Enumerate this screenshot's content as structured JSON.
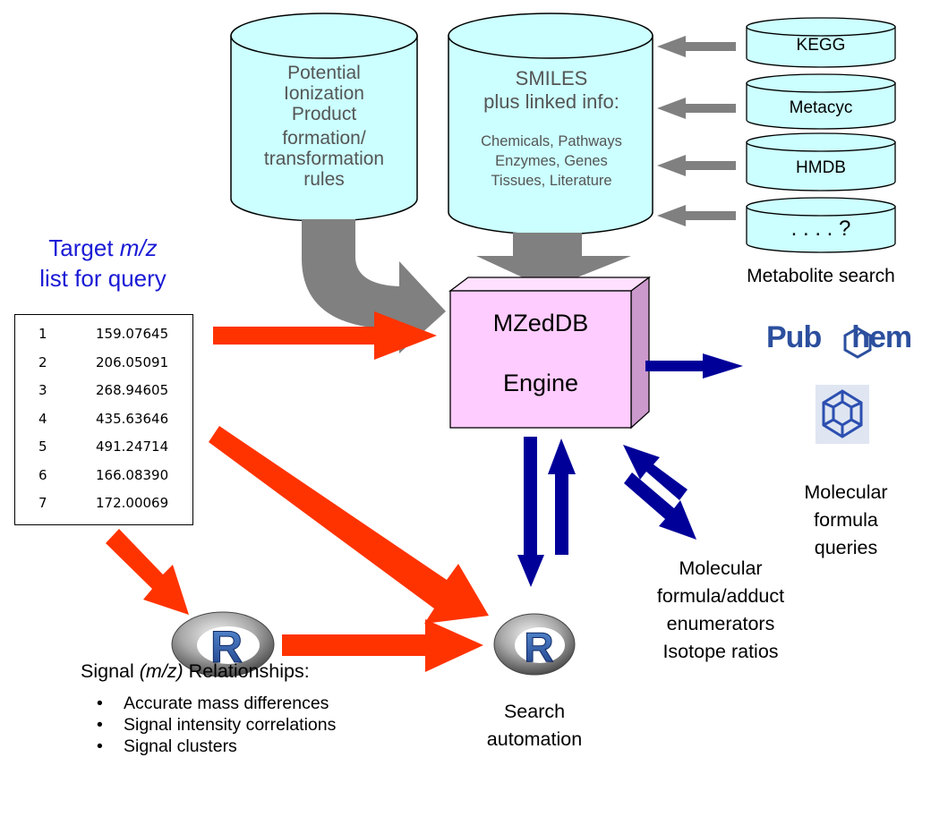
{
  "rules_db": {
    "lines": [
      "Potential",
      "Ionization",
      "Product",
      "formation/",
      "transformation",
      "rules"
    ]
  },
  "smiles_db": {
    "lines": [
      "SMILES",
      "plus linked info:"
    ],
    "linked_lines": [
      "Chemicals, Pathways",
      "Enzymes, Genes",
      "Tissues, Literature"
    ]
  },
  "sources": [
    "KEGG",
    "Metacyc",
    "HMDB",
    ". . . . ?"
  ],
  "metabolite_search_label": "Metabolite search",
  "target_list": {
    "line1_prefix": "Target ",
    "line1_em": "m/z",
    "line2": "list for query",
    "color": "#1a1ad6"
  },
  "mz_rows": [
    {
      "idx": "1",
      "mz": "159.07645"
    },
    {
      "idx": "2",
      "mz": "206.05091"
    },
    {
      "idx": "3",
      "mz": "268.94605"
    },
    {
      "idx": "4",
      "mz": "435.63646"
    },
    {
      "idx": "5",
      "mz": "491.24714"
    },
    {
      "idx": "6",
      "mz": "166.08390"
    },
    {
      "idx": "7",
      "mz": "172.00069"
    }
  ],
  "engine": {
    "line1": "MZedDB",
    "line2": "Engine",
    "fill": "#ffccff"
  },
  "pubchem": {
    "pub": "Pub",
    "hem": "hem",
    "color": "#2c4f9e"
  },
  "pubchem_queries": {
    "lines": [
      "Molecular",
      "formula",
      "queries"
    ]
  },
  "enumerators": {
    "lines": [
      "Molecular",
      "formula/adduct",
      "enumerators",
      "Isotope ratios"
    ]
  },
  "search_automation": {
    "lines": [
      "Search",
      "automation"
    ]
  },
  "signal": {
    "prefix": "Signal ",
    "em": "(m/z)",
    "suffix": " Relationships:",
    "bullets": [
      "Accurate mass differences",
      "Signal intensity correlations",
      "Signal clusters"
    ]
  },
  "colors": {
    "cylinder_fill": "#ccffff",
    "gray_arrow": "#808080",
    "red_arrow": "#ff3300",
    "blue_arrow": "#000099"
  }
}
